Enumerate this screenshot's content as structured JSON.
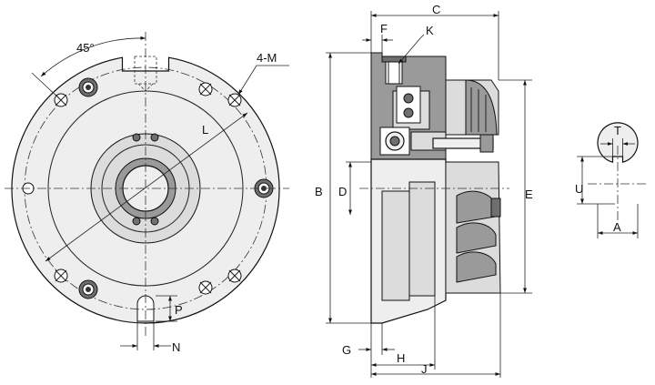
{
  "labels": {
    "angle": "45°",
    "holes": "4-M",
    "L": "L",
    "P": "P",
    "N": "N",
    "B": "B",
    "C": "C",
    "D": "D",
    "E": "E",
    "F": "F",
    "G": "G",
    "H": "H",
    "J": "J",
    "K": "K",
    "T": "T",
    "U": "U",
    "A": "A"
  }
}
